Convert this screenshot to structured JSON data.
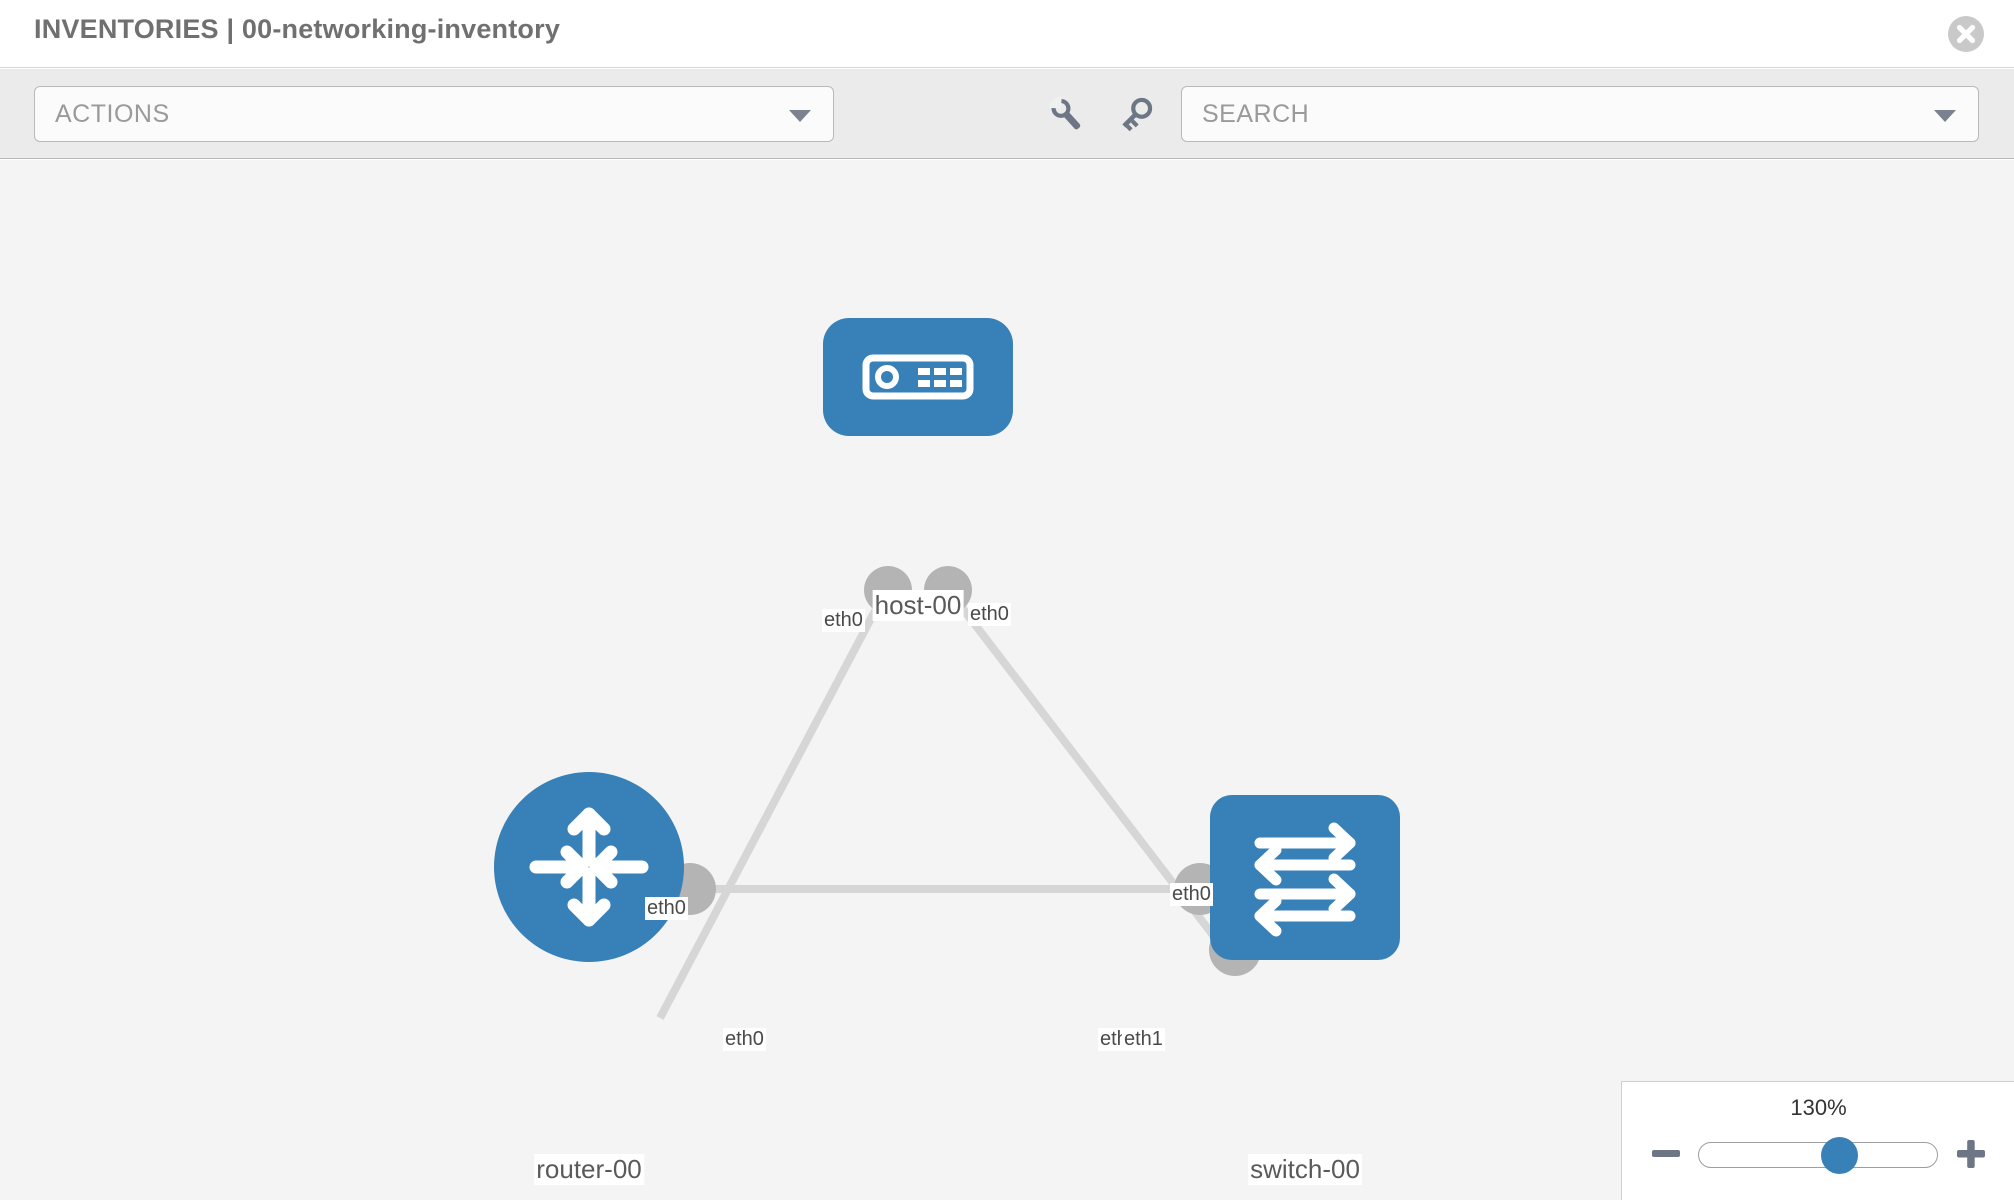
{
  "header": {
    "title": "INVENTORIES | 00-networking-inventory",
    "close_icon": "close-circle-icon"
  },
  "toolbar": {
    "actions_label": "ACTIONS",
    "actions_caret_icon": "chevron-down-icon",
    "wrench_icon": "wrench-icon",
    "key_icon": "key-icon",
    "search_placeholder": "SEARCH",
    "search_caret_icon": "chevron-down-icon"
  },
  "topology": {
    "nodes": [
      {
        "id": "host-00",
        "label": "host-00",
        "icon": "server-appliance-icon",
        "shape": "rounded-rect",
        "color": "#3880b8"
      },
      {
        "id": "router-00",
        "label": "router-00",
        "icon": "router-arrows-icon",
        "shape": "circle",
        "color": "#3880b8"
      },
      {
        "id": "switch-00",
        "label": "switch-00",
        "icon": "switch-arrows-icon",
        "shape": "rounded-sq",
        "color": "#3880b8"
      }
    ],
    "interface_labels": [
      {
        "id": "host-left",
        "text": "eth0"
      },
      {
        "id": "host-right",
        "text": "eth0"
      },
      {
        "id": "router-top",
        "text": "eth0"
      },
      {
        "id": "router-right",
        "text": "eth0"
      },
      {
        "id": "switch-top",
        "text": "eth0"
      },
      {
        "id": "switch-left-a",
        "text": "eth"
      },
      {
        "id": "switch-left-b",
        "text": "eth1"
      }
    ],
    "links": [
      {
        "from": "host-00",
        "to": "router-00"
      },
      {
        "from": "host-00",
        "to": "switch-00"
      },
      {
        "from": "router-00",
        "to": "switch-00"
      }
    ],
    "link_color": "#d6d6d6",
    "handle_color": "#b4b4b4",
    "canvas_color": "#f4f4f4"
  },
  "zoom_control": {
    "percent": "130%",
    "minus_icon": "minus-icon",
    "plus_icon": "plus-icon",
    "value": 130,
    "min": 10,
    "max": 210,
    "thumb_position_pct": 60
  }
}
